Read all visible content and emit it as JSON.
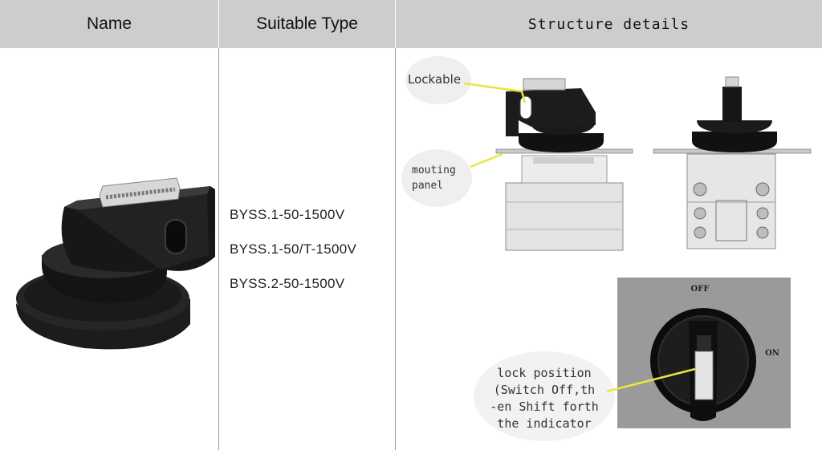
{
  "header": {
    "col1": "Name",
    "col2": "Suitable Type",
    "col3": "Structure details"
  },
  "types": [
    "BYSS.1-50-1500V",
    "BYSS.1-50/T-1500V",
    "BYSS.2-50-1500V"
  ],
  "callouts": {
    "lockable": "Lockable",
    "panel_line1": "mouting",
    "panel_line2": "panel",
    "lock_line1": "lock position",
    "lock_line2": "(Switch Off,th",
    "lock_line3": "-en Shift forth",
    "lock_line4": "the indicator"
  },
  "dial": {
    "off": "OFF",
    "on": "ON"
  },
  "colors": {
    "header_bg": "#cdcdcd",
    "callout_line": "#e9e63a",
    "bubble": "#efefef"
  }
}
